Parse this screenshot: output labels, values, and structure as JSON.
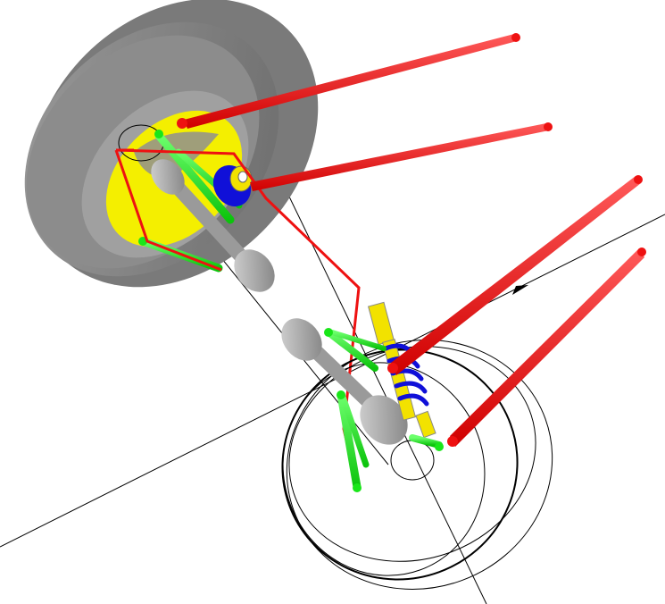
{
  "scene": {
    "background": "#ffffff",
    "colors": {
      "tire": "#8a8a8a",
      "tire_dark": "#5c5c5c",
      "tire_light": "#b4b4b4",
      "rim": "#f4ef00",
      "link": "#ee1111",
      "arm": "#19e619",
      "spring": "#1010d8",
      "damper": "#f2e200",
      "hub": "#a8a8a8",
      "construction_line": "#000000"
    },
    "components": [
      "wheel-tire-rear-upper",
      "wheel-outline-front-lower",
      "tie-rods",
      "control-arms",
      "coil-spring",
      "damper",
      "hub-axles",
      "reference-axes"
    ]
  }
}
